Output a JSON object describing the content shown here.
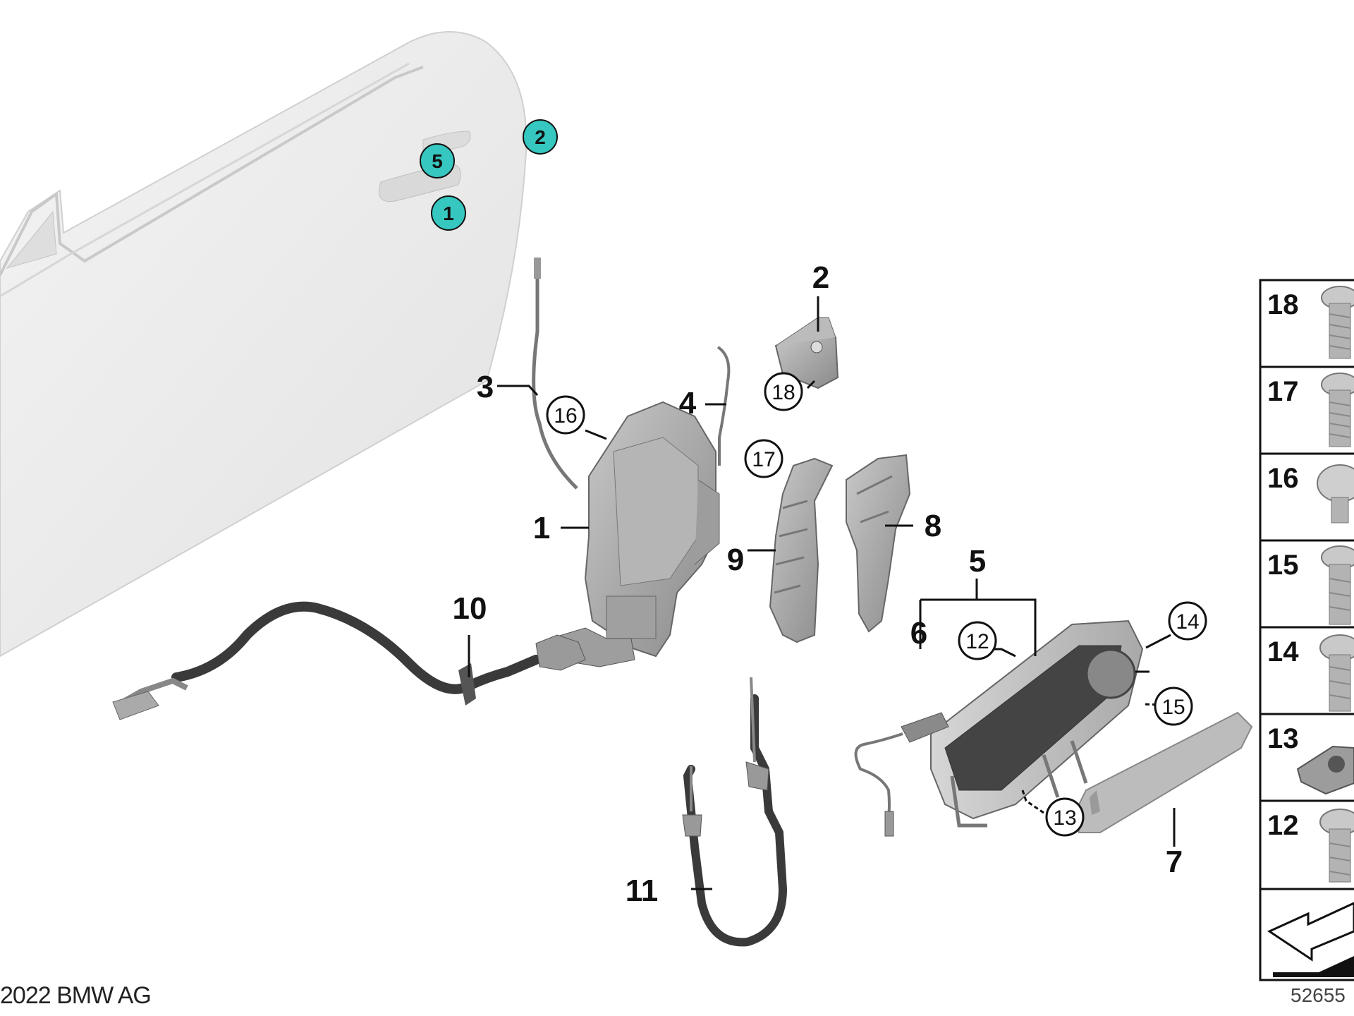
{
  "copyright": "2022 BMW AG",
  "diagram_id": "52655",
  "door_callouts": [
    {
      "id": "door-callout-2",
      "label": "2"
    },
    {
      "id": "door-callout-5",
      "label": "5"
    },
    {
      "id": "door-callout-1",
      "label": "1"
    }
  ],
  "part_labels": [
    {
      "id": "part-label-1",
      "label": "1"
    },
    {
      "id": "part-label-2",
      "label": "2"
    },
    {
      "id": "part-label-3",
      "label": "3"
    },
    {
      "id": "part-label-4",
      "label": "4"
    },
    {
      "id": "part-label-5",
      "label": "5"
    },
    {
      "id": "part-label-6",
      "label": "6"
    },
    {
      "id": "part-label-7",
      "label": "7"
    },
    {
      "id": "part-label-8",
      "label": "8"
    },
    {
      "id": "part-label-9",
      "label": "9"
    },
    {
      "id": "part-label-10",
      "label": "10"
    },
    {
      "id": "part-label-11",
      "label": "11"
    }
  ],
  "circled_labels": [
    {
      "id": "callout-16",
      "label": "16"
    },
    {
      "id": "callout-17",
      "label": "17"
    },
    {
      "id": "callout-18",
      "label": "18"
    },
    {
      "id": "callout-12",
      "label": "12"
    },
    {
      "id": "callout-14",
      "label": "14"
    },
    {
      "id": "callout-15",
      "label": "15"
    },
    {
      "id": "callout-13",
      "label": "13"
    }
  ],
  "legend": [
    {
      "id": "legend-18",
      "label": "18",
      "icon": "screw-icon"
    },
    {
      "id": "legend-17",
      "label": "17",
      "icon": "screw-icon"
    },
    {
      "id": "legend-16",
      "label": "16",
      "icon": "round-head-screw-icon"
    },
    {
      "id": "legend-15",
      "label": "15",
      "icon": "screw-icon"
    },
    {
      "id": "legend-14",
      "label": "14",
      "icon": "screw-icon"
    },
    {
      "id": "legend-13",
      "label": "13",
      "icon": "clip-nut-icon"
    },
    {
      "id": "legend-12",
      "label": "12",
      "icon": "screw-icon"
    }
  ],
  "colors": {
    "callout_teal": "#36c7c0",
    "part_gray": "#9a9a9a",
    "door_fill": "#e9e9e9",
    "cable": "#3a3a3a"
  }
}
